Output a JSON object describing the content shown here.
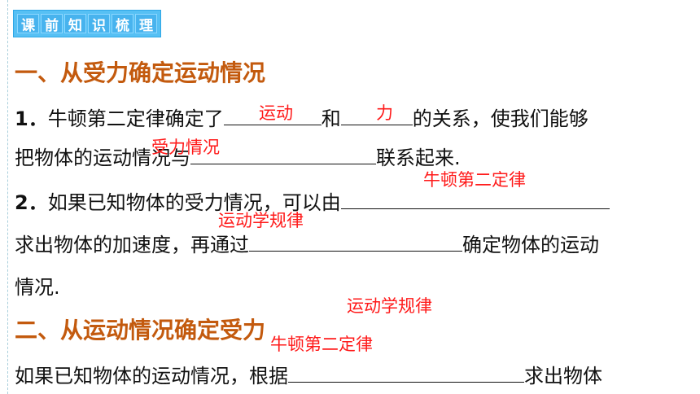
{
  "badge": {
    "chars": [
      "课",
      "前",
      "知",
      "识",
      "梳",
      "理"
    ]
  },
  "section1": {
    "heading": "一、从受力确定运动情况",
    "p1_num": "1．",
    "p1_a": "牛顿第二定律确定了",
    "p1_b": "和",
    "p1_c": "的关系，使我们能够",
    "p1_d": "把物体的运动情况与",
    "p1_e": "联系起来.",
    "p2_num": "2．",
    "p2_a": "如果已知物体的受力情况，可以由",
    "p2_b": "求出物体的加速度，再通过",
    "p2_c": "确定物体的运动",
    "p2_d": "情况."
  },
  "section2": {
    "heading": "二、从运动情况确定受力",
    "p1_a": "如果已知物体的运动情况，根据",
    "p1_b": "求出物体"
  },
  "answers": {
    "a1": "运动",
    "a2": "力",
    "a3": "受力情况",
    "a4": "牛顿第二定律",
    "a5": "运动学规律",
    "a6": "运动学规律",
    "a7": "牛顿第二定律"
  },
  "colors": {
    "heading": "#c35a0e",
    "answer": "#ff1a1a",
    "badge": "#56c0f4"
  }
}
